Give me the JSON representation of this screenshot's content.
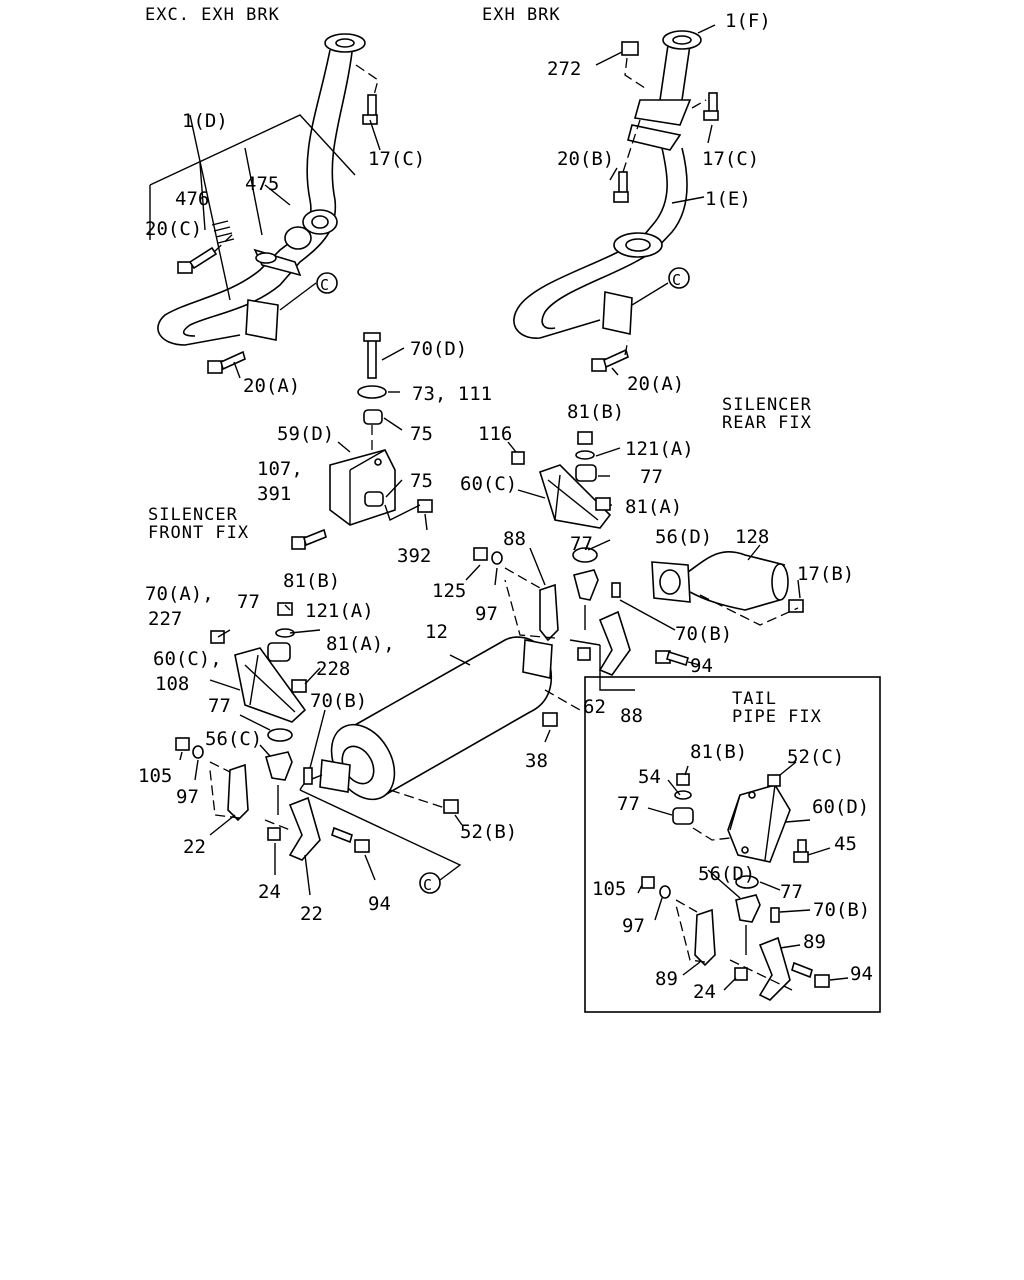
{
  "sections": {
    "exc_exh_brk": "EXC. EXH BRK",
    "exh_brk": "EXH BRK",
    "silencer_rear_fix": [
      "SILENCER",
      "REAR FIX"
    ],
    "silencer_front_fix": [
      "SILENCER",
      "FRONT FIX"
    ],
    "tail_pipe_fix": [
      "TAIL",
      "PIPE FIX"
    ]
  },
  "connector_label": "C",
  "callouts": {
    "l_1d": "1(D)",
    "l_17c_a": "17(C)",
    "l_476": "476",
    "l_475": "475",
    "l_20c": "20(C)",
    "l_20a_a": "20(A)",
    "l_1f": "1(F)",
    "l_272": "272",
    "l_17c_b": "17(C)",
    "l_20b": "20(B)",
    "l_1e": "1(E)",
    "l_20a_b": "20(A)",
    "l_70d": "70(D)",
    "l_73_111": "73, 111",
    "l_75_a": "75",
    "l_59d": "59(D)",
    "l_75_b": "75",
    "l_107": "107,",
    "l_391": "391",
    "l_392": "392",
    "l_116": "116",
    "l_81b_a": "81(B)",
    "l_121a_a": "121(A)",
    "l_60c_a": "60(C)",
    "l_77_a": "77",
    "l_81a_a": "81(A)",
    "l_77_b": "77",
    "l_56d_a": "56(D)",
    "l_128": "128",
    "l_17b": "17(B)",
    "l_88_a": "88",
    "l_125": "125",
    "l_97_a": "97",
    "l_70b_a": "70(B)",
    "l_94_a": "94",
    "l_70a": "70(A),",
    "l_227": "227",
    "l_81b_b": "81(B)",
    "l_77_c": "77",
    "l_121a_b": "121(A)",
    "l_81a_b": "81(A),",
    "l_228": "228",
    "l_60c_b": "60(C),",
    "l_108": "108",
    "l_12": "12",
    "l_62": "62",
    "l_88_b": "88",
    "l_38": "38",
    "l_77_d": "77",
    "l_70b_b": "70(B)",
    "l_56c": "56(C)",
    "l_105_a": "105",
    "l_97_b": "97",
    "l_22_a": "22",
    "l_24_a": "24",
    "l_22_b": "22",
    "l_94_b": "94",
    "l_52b": "52(B)",
    "l_81b_c": "81(B)",
    "l_52c": "52(C)",
    "l_54": "54",
    "l_77_e": "77",
    "l_60d": "60(D)",
    "l_45": "45",
    "l_105_b": "105",
    "l_77_f": "77",
    "l_56d_b": "56(D)",
    "l_97_c": "97",
    "l_70b_c": "70(B)",
    "l_89_a": "89",
    "l_89_b": "89",
    "l_24_b": "24",
    "l_94_c": "94"
  }
}
